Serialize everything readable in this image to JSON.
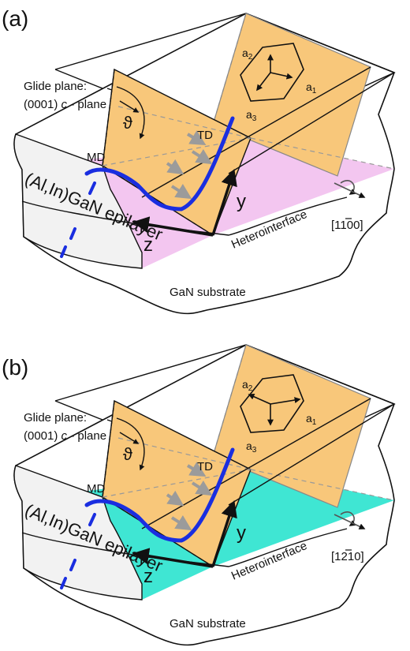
{
  "colors": {
    "glide_plane": "#f8c77a",
    "interface_a": "#f3c6f0",
    "interface_b": "#3fe6d3",
    "epilayer": "#f2f2f2",
    "dislocation": "#1a2ee0",
    "arrow_gray": "#9b9b9b",
    "outline": "#111111"
  },
  "panels": [
    {
      "label": "(a)",
      "glide_title": "Glide plane:",
      "glide_plane_prefix": "(0001) ",
      "glide_plane_c": "c",
      "glide_plane_suffix": " - plane",
      "theta": "ϑ",
      "td": "TD",
      "md": "MD",
      "epilayer": "(Al,In)GaN epilayer",
      "heterointerface": "Heterointerface",
      "direction": "[1100]",
      "direction_overbar_char": "1",
      "substrate": "GaN substrate",
      "axis_y": "y",
      "axis_z": "z",
      "lattice_a1": "a",
      "lattice_a1_sub": "1",
      "lattice_a2": "a",
      "lattice_a2_sub": "2",
      "lattice_a3": "a",
      "lattice_a3_sub": "3",
      "interface_color_key": "interface_a",
      "cell_icon": "hexagon-icon"
    },
    {
      "label": "(b)",
      "glide_title": "Glide plane:",
      "glide_plane_prefix": "(0001) ",
      "glide_plane_c": "c",
      "glide_plane_suffix": " - plane",
      "theta": "ϑ",
      "td": "TD",
      "md": "MD",
      "epilayer": "(Al,In)GaN epilayer",
      "heterointerface": "Heterointerface",
      "direction": "[1210]",
      "direction_overbar_char": "2",
      "substrate": "GaN substrate",
      "axis_y": "y",
      "axis_z": "z",
      "lattice_a1": "a",
      "lattice_a1_sub": "1",
      "lattice_a2": "a",
      "lattice_a2_sub": "2",
      "lattice_a3": "a",
      "lattice_a3_sub": "3",
      "interface_color_key": "interface_b",
      "cell_icon": "hexagon-icon"
    }
  ]
}
